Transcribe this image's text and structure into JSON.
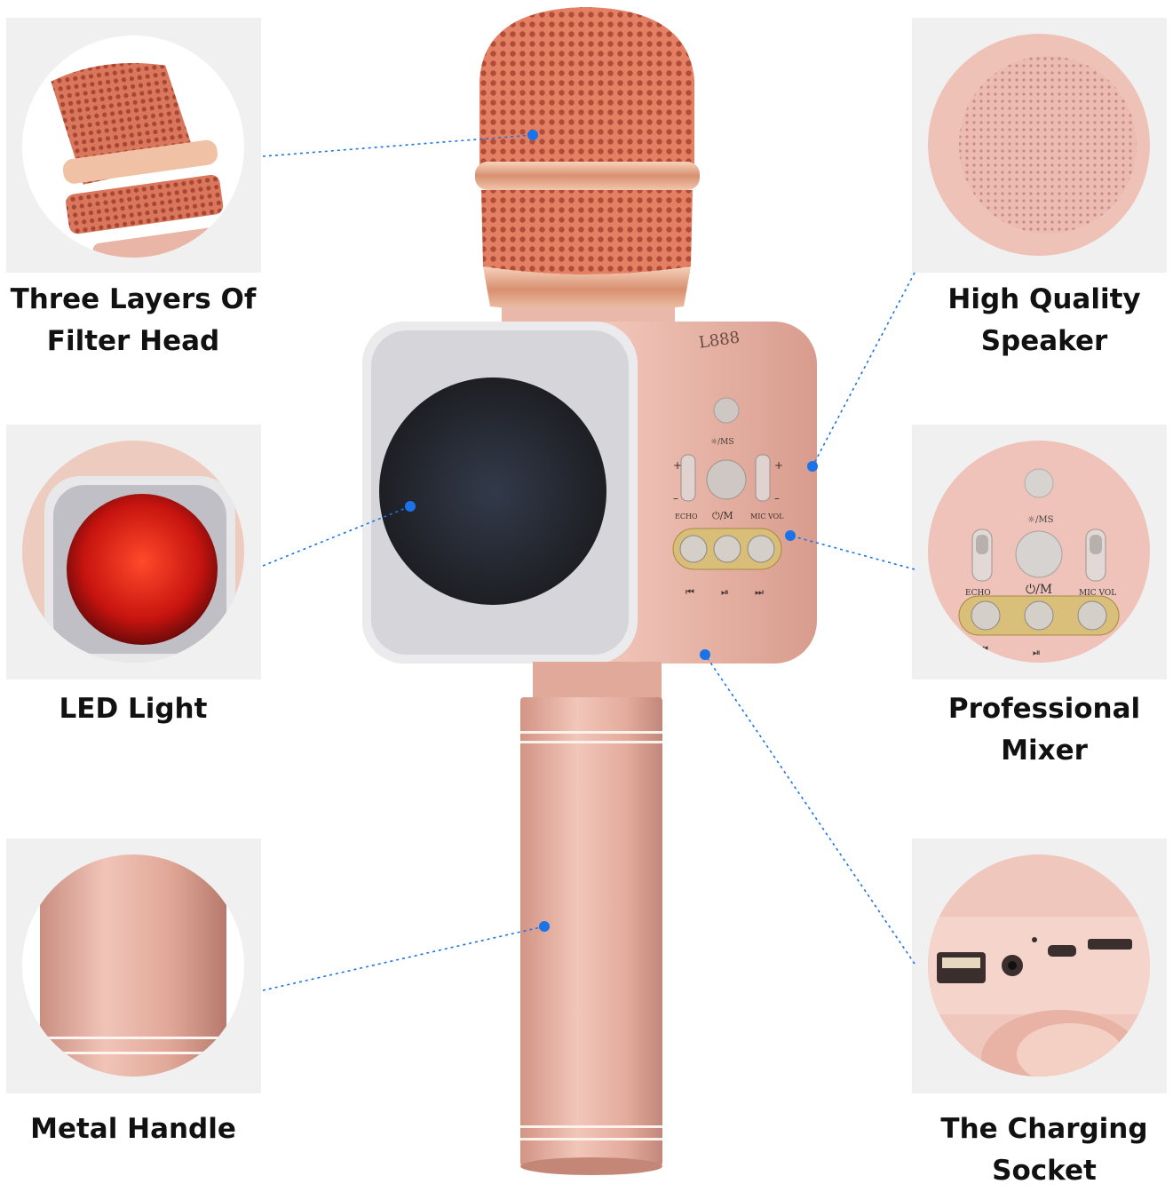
{
  "product": {
    "model": "L888",
    "controls": {
      "mode_label": "☼/MS",
      "power_label": "⏻/M",
      "echo_label": "ECHO",
      "mic_vol_label": "MIC VOL",
      "plus": "+",
      "minus": "–",
      "prev": "⏮",
      "play": "⏯",
      "next": "⏭"
    }
  },
  "features": [
    {
      "line1": "Three Layers Of",
      "line2": "Filter Head"
    },
    {
      "line1": "LED Light",
      "line2": ""
    },
    {
      "line1": "Metal Handle",
      "line2": ""
    },
    {
      "line1": "High Quality",
      "line2": "Speaker"
    },
    {
      "line1": "Professional",
      "line2": "Mixer"
    },
    {
      "line1": "The Charging",
      "line2": "Socket"
    }
  ],
  "colors": {
    "rose_gold": "#e9b5a6",
    "mesh": "#d9785f",
    "callout": "#1a73e8",
    "panel_bg": "#f0f0f0"
  }
}
